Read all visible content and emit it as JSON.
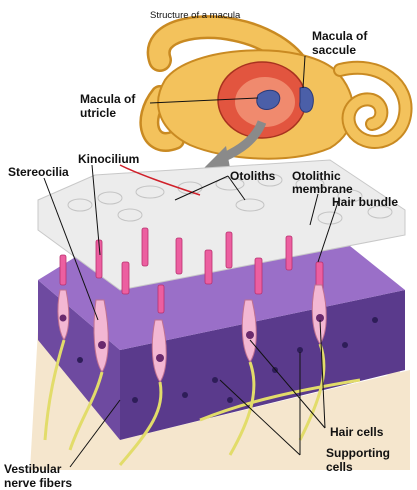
{
  "title": "Structure of a macula",
  "labels": {
    "macula_of_saccule_1": "Macula of",
    "macula_of_saccule_2": "saccule",
    "macula_of_utricle_1": "Macula of",
    "macula_of_utricle_2": "utricle",
    "kinocilium": "Kinocilium",
    "stereocilia": "Stereocilia",
    "otoliths": "Otoliths",
    "otolithic_membrane_1": "Otolithic",
    "otolithic_membrane_2": "membrane",
    "hair_bundle": "Hair bundle",
    "hair_cells": "Hair cells",
    "supporting_cells_1": "Supporting",
    "supporting_cells_2": "cells",
    "vestibular_nerve_1": "Vestibular",
    "vestibular_nerve_2": "nerve fibers"
  },
  "colors": {
    "labyrinth": "#f3c25c",
    "labyrinth_dark": "#c98a22",
    "macula_red": "#e2553f",
    "otolith_layer": "#ececec",
    "stereocilia_pink": "#ec5fa0",
    "cell_layer_top": "#9a6fc8",
    "cell_layer_side": "#5a3a8c",
    "nerve_yellow": "#e2dc6a",
    "base_tan": "#f5e6cd",
    "arrow_gray": "#8a8a8a"
  }
}
